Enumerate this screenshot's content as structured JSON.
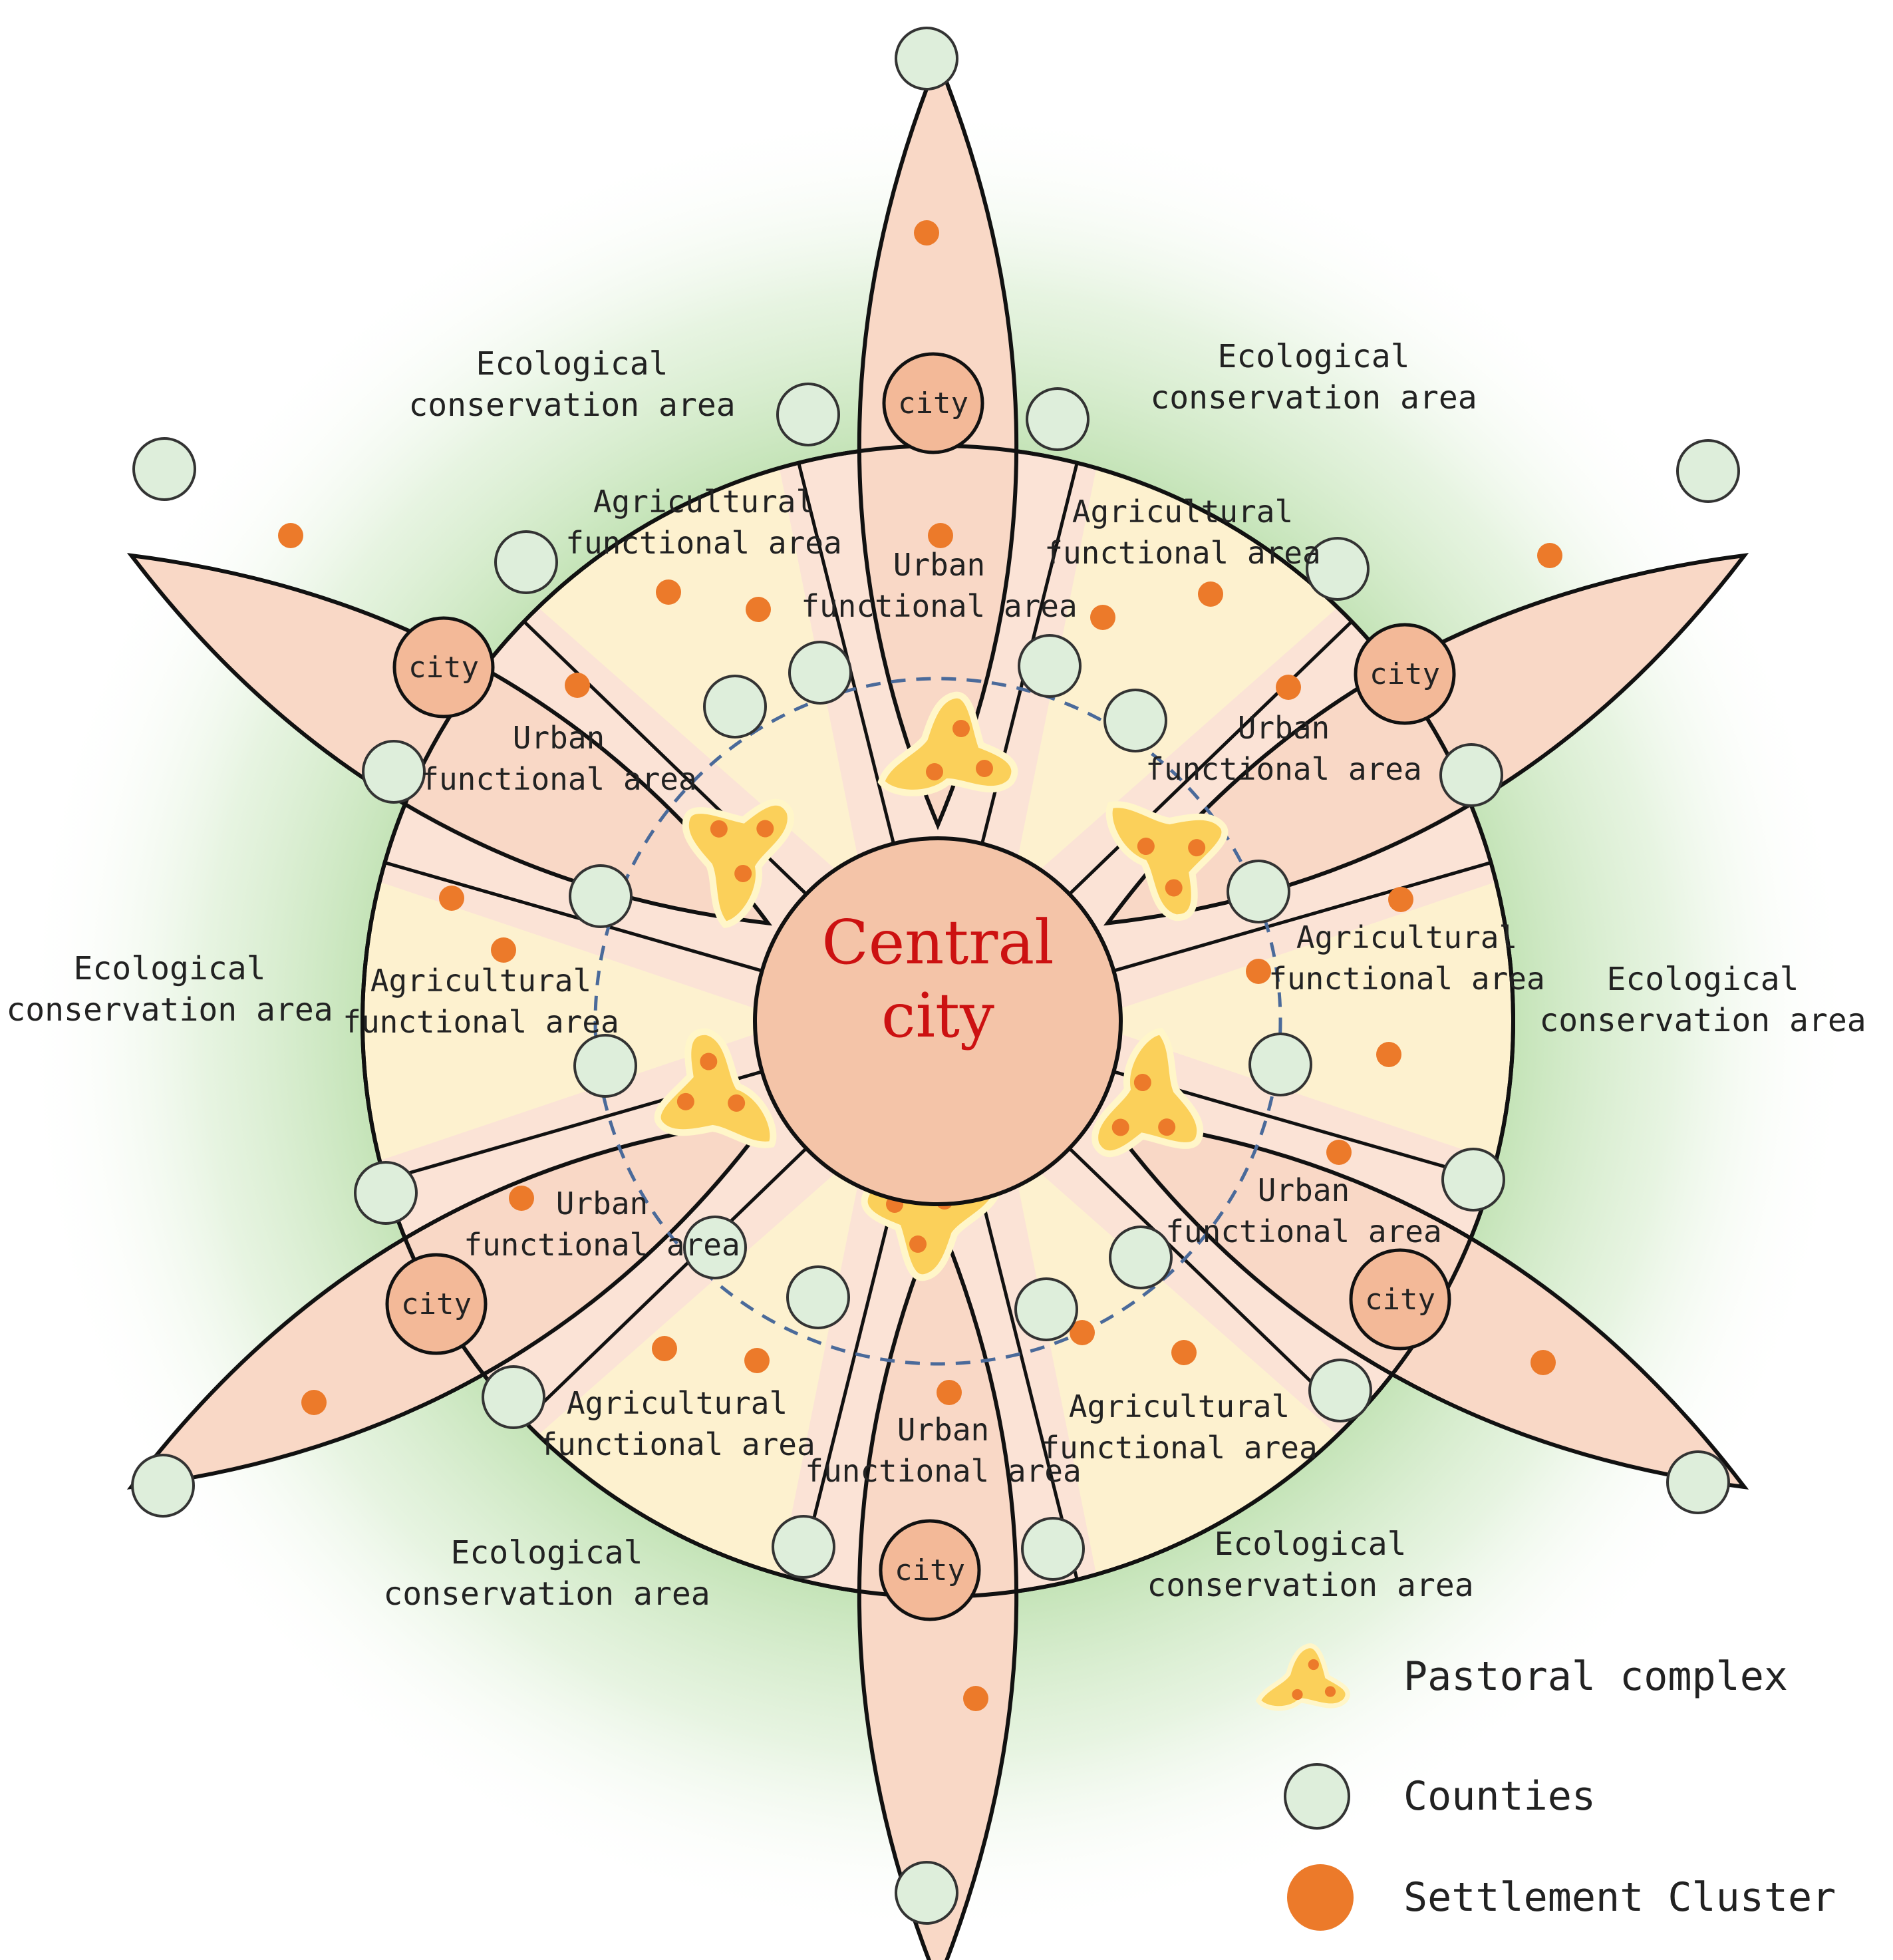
{
  "center": {
    "line1": "Central",
    "line2": "city"
  },
  "city_label": "city",
  "labels": {
    "eco": [
      "Ecological",
      "conservation area"
    ],
    "urban": [
      "Urban",
      "functional area"
    ],
    "agri": [
      "Agricultural",
      "functional area"
    ]
  },
  "legend": {
    "pastoral": "Pastoral complex",
    "counties": "Counties",
    "settlement": "Settlement Cluster"
  },
  "colors": {
    "petal_fill": "#f9d8c6",
    "urban_fill": "#fbe3d6",
    "agri_fill": "#fdf1cf",
    "eco_green": "#9fd08a",
    "county_fill": "#deeedb",
    "city_fill": "#f3b998",
    "central_fill": "#f4c4a8",
    "central_text": "#cc1111",
    "settlement_dot": "#ec7a2a",
    "pastoral_fill": "#fbd05a",
    "dashed_ring": "#4a6a9a"
  }
}
